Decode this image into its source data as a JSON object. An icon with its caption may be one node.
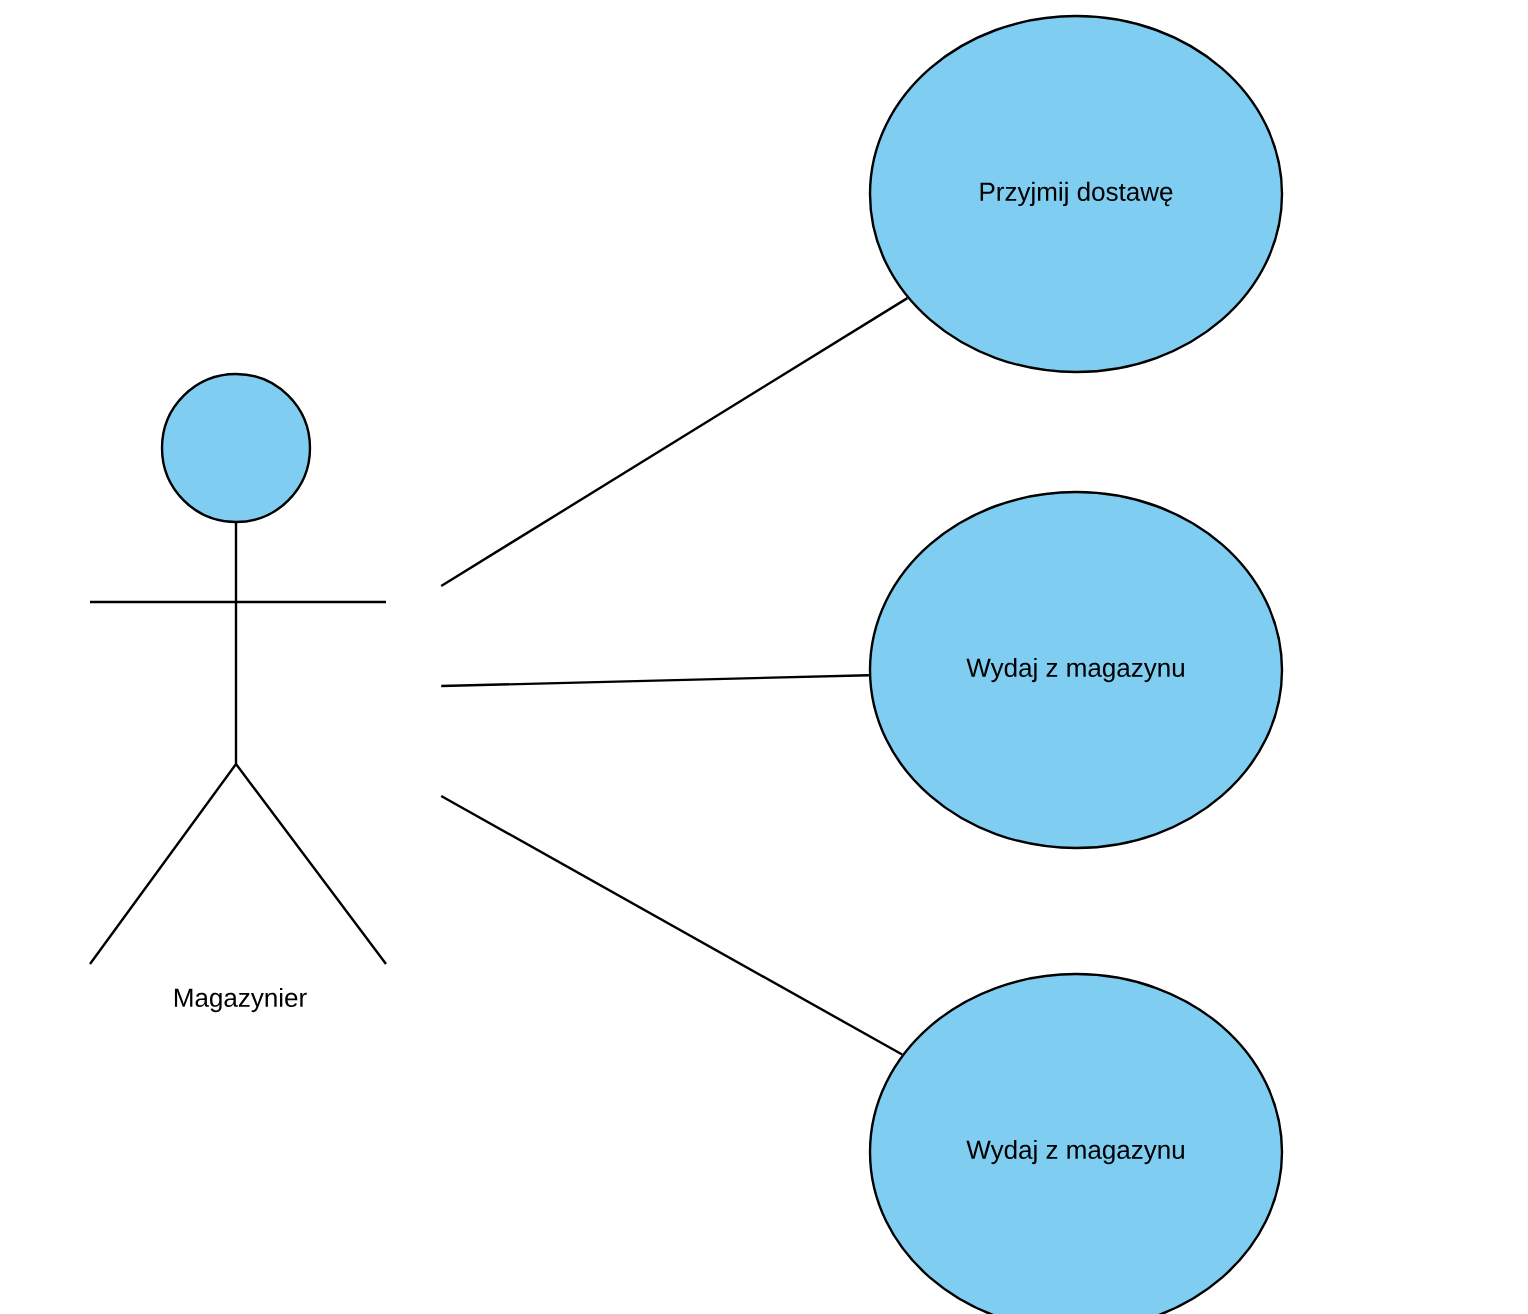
{
  "diagram": {
    "nodes": [
      {
        "text": [
          "Magazynier"
        ]
      },
      {
        "text": [
          "Przyjmij dostawę"
        ]
      },
      {
        "text": [
          "Wydaj z magazynu"
        ]
      },
      {
        "text": [
          "Wydaj z magazynu"
        ]
      }
    ],
    "edges": [
      {
        "from": 0,
        "to": 1,
        "arrow": "none"
      },
      {
        "from": 0,
        "to": 2,
        "arrow": "none"
      },
      {
        "from": 0,
        "to": 3,
        "arrow": "none"
      }
    ]
  }
}
